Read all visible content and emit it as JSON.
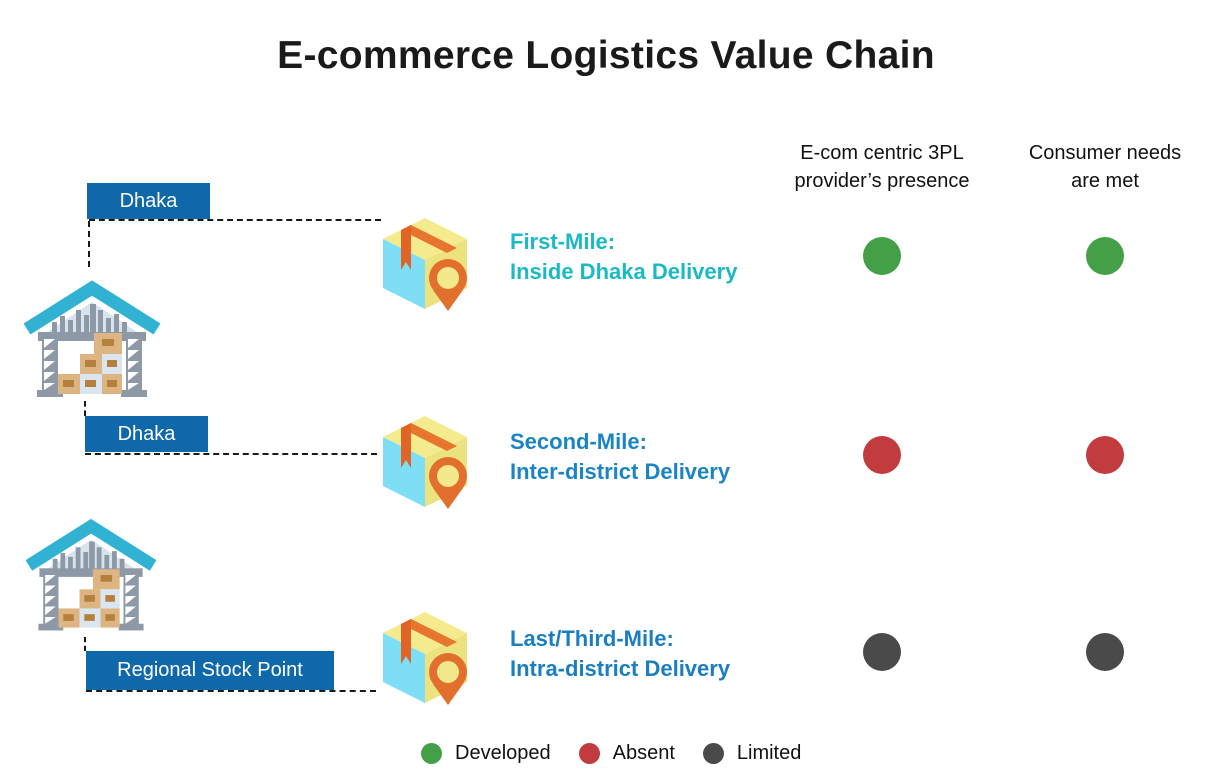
{
  "title": "E-commerce Logistics Value Chain",
  "columns": [
    {
      "id": "provider-presence",
      "label": "E-com centric 3PL\nprovider’s presence"
    },
    {
      "id": "consumer-needs",
      "label": "Consumer needs\nare met"
    }
  ],
  "rows": [
    {
      "location_label": "Dhaka",
      "stage_title": "First-Mile:",
      "stage_subtitle": "Inside Dhaka Delivery",
      "stage_color": "#1bb9c4",
      "provider_presence": "Developed",
      "provider_presence_color": "#43a047",
      "consumer_needs": "Developed",
      "consumer_needs_color": "#43a047"
    },
    {
      "location_label": "Dhaka",
      "stage_title": "Second-Mile:",
      "stage_subtitle": "Inter-district Delivery",
      "stage_color": "#1b84c5",
      "provider_presence": "Absent",
      "provider_presence_color": "#c23b3e",
      "consumer_needs": "Absent",
      "consumer_needs_color": "#c23b3e"
    },
    {
      "location_label": "Regional Stock Point",
      "stage_title": "Last/Third-Mile:",
      "stage_subtitle": "Intra-district Delivery",
      "stage_color": "#1b7ec1",
      "provider_presence": "Limited",
      "provider_presence_color": "#4a4a4a",
      "consumer_needs": "Limited",
      "consumer_needs_color": "#4a4a4a"
    }
  ],
  "legend": [
    {
      "label": "Developed",
      "color": "#43a047"
    },
    {
      "label": "Absent",
      "color": "#c23b3e"
    },
    {
      "label": "Limited",
      "color": "#4a4a4a"
    }
  ],
  "colors": {
    "location_label_bg": "#0e68aa",
    "location_label_text": "#ffffff",
    "title_text": "#1a1a1a",
    "connector": "#1a1a1a",
    "warehouse_roof": "#31b2d2",
    "package_accent": "#e8752e"
  },
  "icons": {
    "warehouse": "warehouse-icon",
    "package": "package-location-pin-icon"
  }
}
